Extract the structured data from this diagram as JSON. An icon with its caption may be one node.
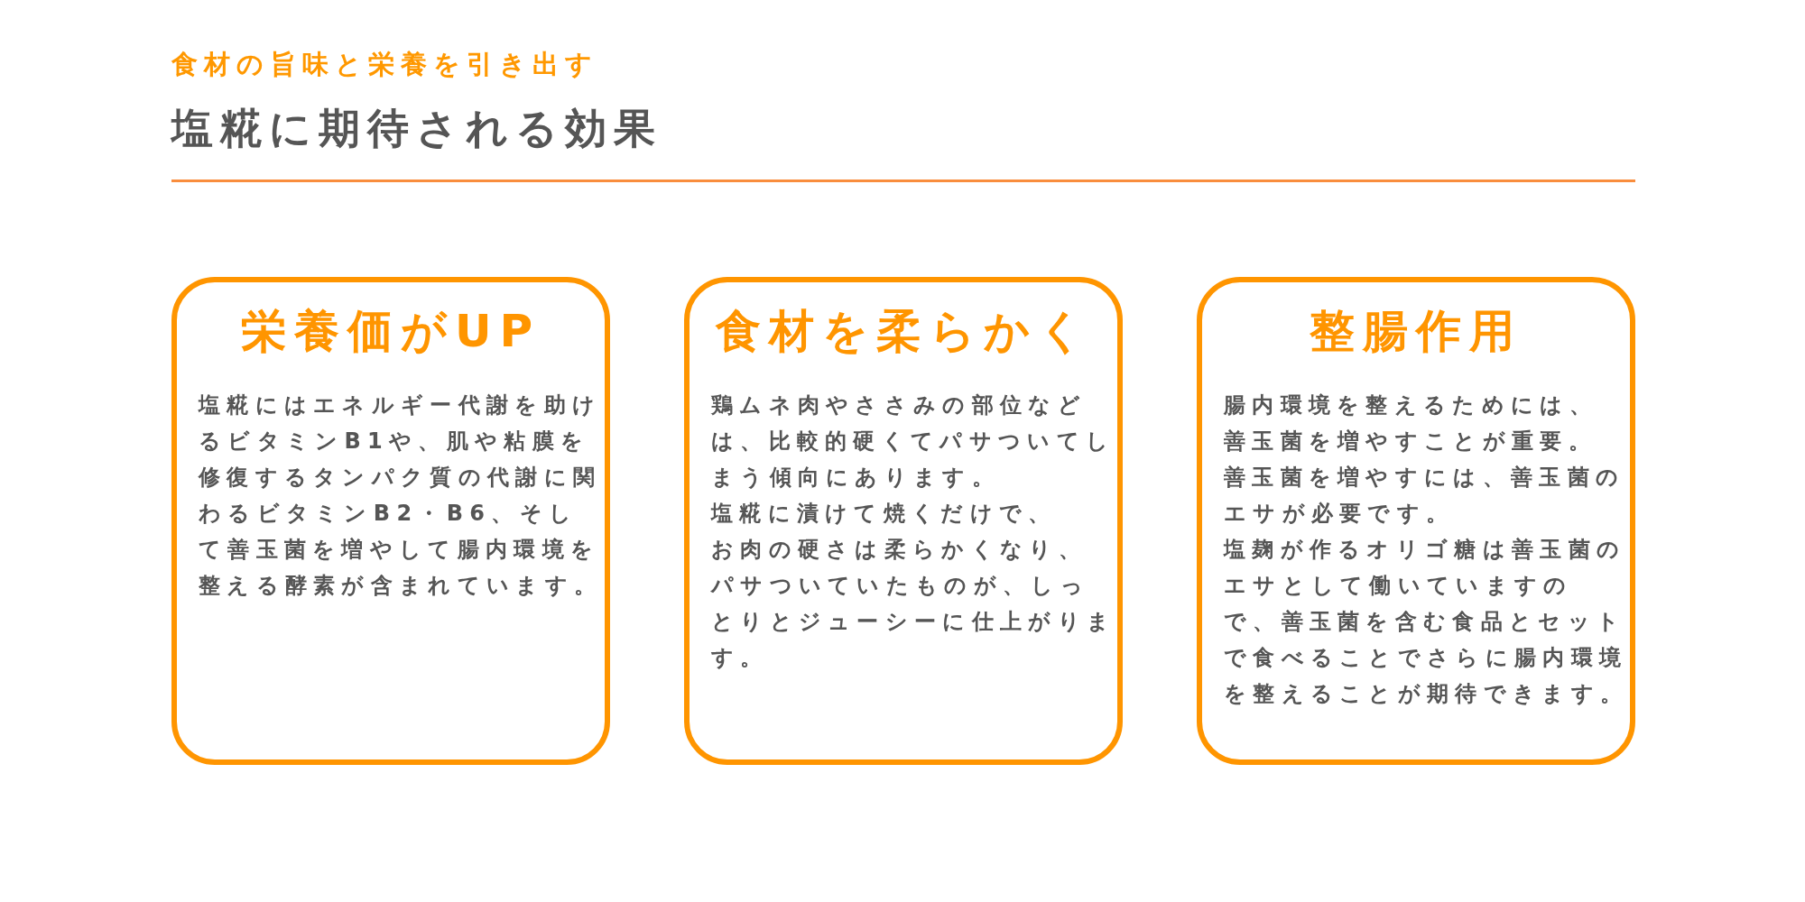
{
  "diagram": {
    "title": "塩糀に期待される効果",
    "labels": [
      "食材の旨味と栄養を引き出す"
    ],
    "nodes": [
      {
        "text": [
          "栄養価がUP",
          "塩糀にはエネルギー代謝を助けるビタミンB1や、肌や粘膜を修復するタンパク質の代謝に関わるビタミンB2・B6、そして善玉菌を増やして腸内環境を整える酵素が含まれています。"
        ]
      },
      {
        "text": [
          "食材を柔らかく",
          "鶏ムネ肉やささみの部位などは、比較的硬くてパサついてしまう傾向にあります。",
          "塩糀に漬けて焼くだけで、",
          "お肉の硬さは柔らかくなり、",
          "パサついていたものが、しっとりとジューシーに仕上がります。"
        ]
      },
      {
        "text": [
          "整腸作用",
          "腸内環境を整えるためには、",
          "善玉菌を増やすことが重要。",
          "善玉菌を増やすには、善玉菌のエサが必要です。",
          "塩麹が作るオリゴ糖は善玉菌のエサとして働いていますので、善玉菌を含む食品とセットで食べることでさらに腸内環境を整えることが期待できます。"
        ]
      }
    ]
  }
}
